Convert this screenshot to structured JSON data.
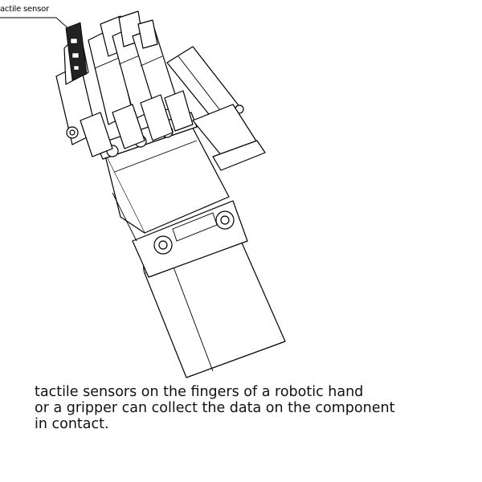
{
  "callout": {
    "label": "actile sensor"
  },
  "caption": {
    "lines": [
      "tactile sensors on the fingers of a robotic hand",
      "or a gripper can collect the data on the component",
      "in contact."
    ]
  },
  "colors": {
    "line": "#000000",
    "background": "#ffffff",
    "sensor_board": "#222222"
  }
}
